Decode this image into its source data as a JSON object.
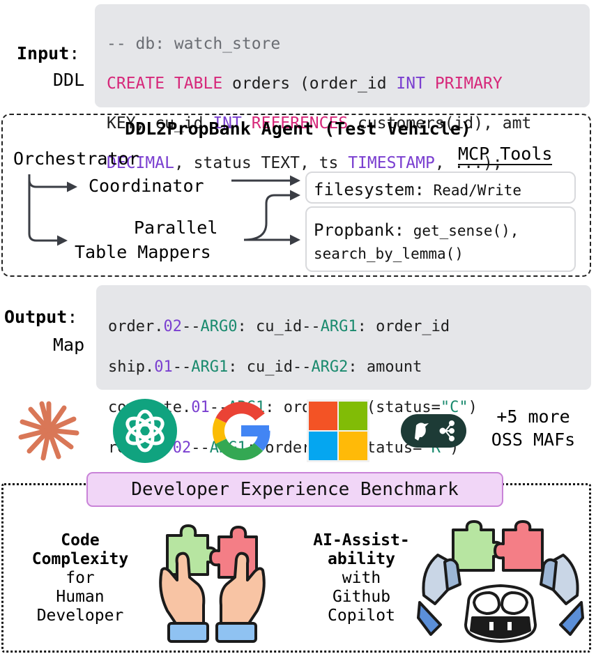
{
  "input": {
    "label_bold": "Input",
    "label_colon": ":",
    "label_sub": "DDL",
    "code": {
      "comment": "-- db: watch_store",
      "l2_kw1": "CREATE TABLE",
      "l2_txt1": " orders (order_id ",
      "l2_kw2": "INT",
      "l2_kw3": " PRIMARY",
      "l3_txt1": "KEY, cu_id ",
      "l3_kw1": "INT",
      "l3_kw2": " REFERENCES",
      "l3_txt2": " customers(id), amt",
      "l4_kw1": "DECIMAL",
      "l4_txt1": ", status TEXT, ts ",
      "l4_kw2": "TIMESTAMP",
      "l4_txt2": ", ...);"
    }
  },
  "agent": {
    "title": "DDL2PropBank Agent (Test Vehicle)",
    "orchestrator": "Orchestrator",
    "coordinator": "Coordinator",
    "parallel": "Parallel",
    "table_mappers": "Table Mappers",
    "mcp_tools": "MCP Tools",
    "fs_name": "filesystem:",
    "fs_ops": " Read/Write",
    "pb_name": "Propbank:",
    "pb_op1": " get_sense(),",
    "pb_op2": "search_by_lemma()"
  },
  "output": {
    "label_bold": "Output",
    "label_colon": ":",
    "label_sub": "Map",
    "lines": [
      {
        "a": "order.",
        "b": "02",
        "c": "--",
        "d": "ARG0",
        "e": ": cu_id--",
        "f": "ARG1",
        "g": ": order_id",
        "h": "",
        "i": "",
        "j": ""
      },
      {
        "a": "ship.",
        "b": "01",
        "c": "--",
        "d": "ARG1",
        "e": ": cu_id--",
        "f": "ARG2",
        "g": ": amount",
        "h": "",
        "i": "",
        "j": ""
      },
      {
        "a": "complete.",
        "b": "01",
        "c": "--",
        "d": "ARG1",
        "e": ": order_id (status=",
        "f": "",
        "g": "",
        "h": "\"C\"",
        "i": ")",
        "j": ""
      },
      {
        "a": "return.",
        "b": "02",
        "c": "--",
        "d": "ARG1",
        "e": ": order_id (status=",
        "f": "",
        "g": "",
        "h": "\"R\"",
        "i": ")",
        "j": ""
      }
    ]
  },
  "frameworks": {
    "icons": [
      "anthropic-icon",
      "openai-icon",
      "google-icon",
      "microsoft-icon",
      "agno-icon"
    ],
    "more_line1": "+5 more",
    "more_line2": "OSS MAFs",
    "colors": {
      "anthropic": "#d97757",
      "openai": "#10a37f",
      "ms_red": "#f35325",
      "ms_green": "#81bc06",
      "ms_blue": "#05a6f0",
      "ms_yellow": "#ffba08",
      "agno": "#1d3b36"
    }
  },
  "benchmark": {
    "title": "Developer Experience Benchmark",
    "left_bold1": "Code",
    "left_bold2": "Complexity",
    "left_l3": "for",
    "left_l4": "Human",
    "left_l5": "Developer",
    "right_bold1": "AI-Assist-",
    "right_bold2": "ability",
    "right_l3": "with",
    "right_l4": "Github",
    "right_l5": "Copilot"
  }
}
